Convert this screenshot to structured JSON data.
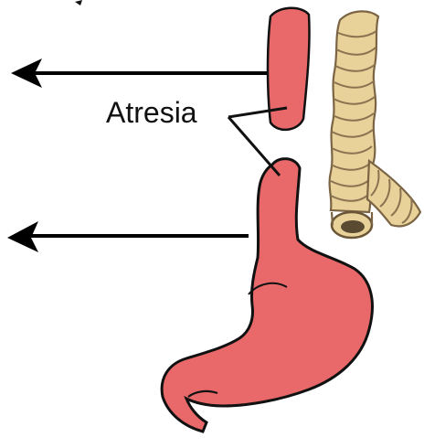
{
  "diagram": {
    "label": "Atresia",
    "colors": {
      "organ_fill": "#e9696a",
      "organ_outline": "#111111",
      "trachea_fill": "#e9d19a",
      "trachea_lumen": "#5a4a32",
      "arrow": "#000000",
      "background": "#ffffff"
    },
    "icons": {
      "upper_arrow": "arrow-left",
      "lower_arrow": "arrow-left"
    }
  }
}
